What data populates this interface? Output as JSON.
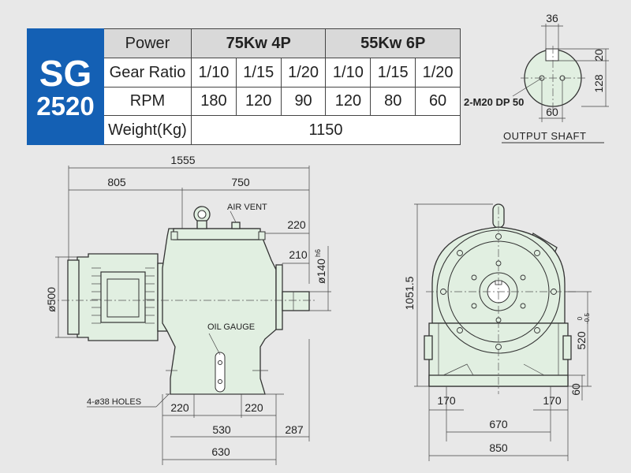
{
  "table": {
    "model_line1": "SG",
    "model_line2": "2520",
    "row_power_label": "Power",
    "power_groups": [
      "75Kw  4P",
      "55Kw  6P"
    ],
    "row_ratio_label": "Gear Ratio",
    "ratios": [
      "1/10",
      "1/15",
      "1/20",
      "1/10",
      "1/15",
      "1/20"
    ],
    "row_rpm_label": "RPM",
    "rpms": [
      "180",
      "120",
      "90",
      "120",
      "80",
      "60"
    ],
    "row_weight_label": "Weight(Kg)",
    "weight": "1150"
  },
  "shaft": {
    "title": "OUTPUT  SHAFT",
    "width_dim": "36",
    "depth_dim": "20",
    "height_dim": "128",
    "bolt_spacing_dim": "60",
    "tap_note": "2-M20 DP 50"
  },
  "side_view": {
    "total_length": "1555",
    "motor_length": "805",
    "reducer_length": "750",
    "shaft_projection": "220",
    "shaft_length": "210",
    "shaft_dia": "ø140",
    "shaft_tol": "h6",
    "motor_dia": "ø500",
    "air_vent": "AIR VENT",
    "oil_gauge": "OIL GAUGE",
    "holes_note": "4-ø38 HOLES",
    "base_left_dim": "220",
    "base_right_dim": "220",
    "base_mid_dim": "530",
    "base_overhang": "287",
    "base_total": "630"
  },
  "front_view": {
    "total_height": "1051.5",
    "center_height": "520",
    "center_tol_upper": "0",
    "center_tol_lower": "-0.5",
    "foot_left": "170",
    "foot_right": "170",
    "base_thickness": "60",
    "hole_spacing": "670",
    "total_width": "850"
  }
}
